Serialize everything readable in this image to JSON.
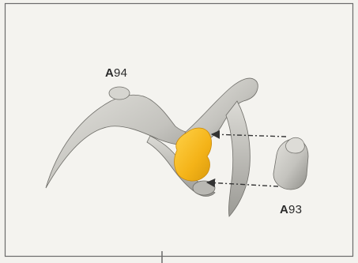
{
  "diagram": {
    "part_a94": {
      "letter": "A",
      "number": "94"
    },
    "part_a93": {
      "letter": "A",
      "number": "93"
    },
    "colors": {
      "background": "#f3f2ee",
      "border": "#6b6b6b",
      "bone": "#c9c8c3",
      "highlight": "#f2b51c",
      "arrow": "#333333"
    }
  }
}
